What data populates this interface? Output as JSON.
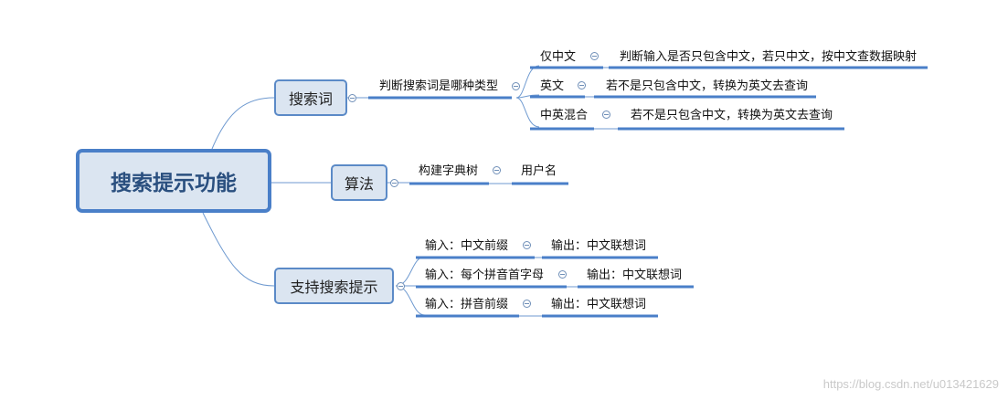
{
  "root": {
    "label": "搜索提示功能"
  },
  "branches": [
    {
      "label": "搜索词",
      "sub": "判断搜索词是哪种类型",
      "children": [
        {
          "label": "仅中文",
          "detail": "判断输入是否只包含中文，若只中文，按中文查数据映射"
        },
        {
          "label": "英文",
          "detail": "若不是只包含中文，转换为英文去查询"
        },
        {
          "label": "中英混合",
          "detail": "若不是只包含中文，转换为英文去查询"
        }
      ]
    },
    {
      "label": "算法",
      "children": [
        {
          "label": "构建字典树",
          "detail": "用户名"
        }
      ]
    },
    {
      "label": "支持搜索提示",
      "children": [
        {
          "label": "输入：中文前缀",
          "detail": "输出：中文联想词"
        },
        {
          "label": "输入：每个拼音首字母",
          "detail": "输出：中文联想词"
        },
        {
          "label": "输入：拼音前缀",
          "detail": "输出：中文联想词"
        }
      ]
    }
  ],
  "watermark": "https://blog.csdn.net/u013421629",
  "colors": {
    "line": "#6f9ad0",
    "underline": "#4a7fc8",
    "node_fill": "#dbe5f1",
    "node_border": "#5b8ac7"
  }
}
